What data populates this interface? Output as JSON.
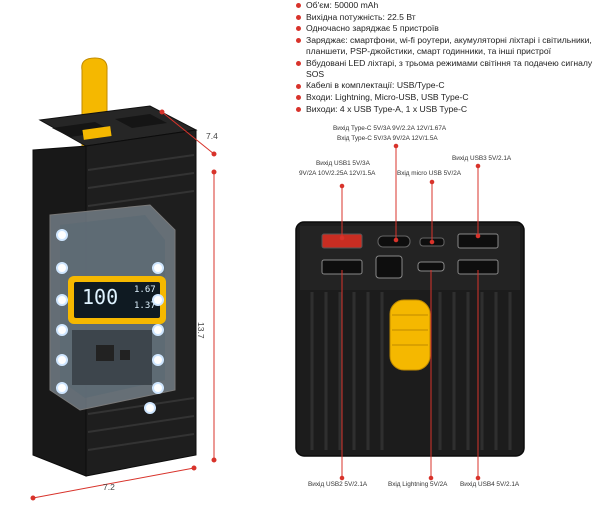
{
  "specs": [
    "Об'єм: 50000 mAh",
    "Вихідна потужність: 22.5 Вт",
    "Одночасно заряджає 5 пристроїв",
    "Заряджає: смартфони, wi-fi роутери, акумуляторні ліхтарі і світильники, планшети, PSP-джойстики, смарт годинники, та інші пристрої",
    "Вбудовані LED ліхтарі, з трьома режимами світіння та подачею сигналу SOS",
    "Кабелі в комплектації: USB/Type-C",
    "Входи: Lightning, Micro-USB, USB Type-C",
    "Виходи: 4 x USB Type-A, 1 x USB Type-C"
  ],
  "dimensions": {
    "depth": "7.4",
    "height": "13.7",
    "width": "7.2"
  },
  "display": {
    "main": "100",
    "line1": "1.67",
    "line2": "1.37",
    "unit": "%"
  },
  "ports": {
    "typec_out": "Вихід Type-C 5V/3A 9V/2.2A  12V/1.67A",
    "typec_in": "Вхід Type-C 5V/3A 9V/2A  12V/1.5A",
    "usb1_a": "Вихід USB1 5V/3A",
    "usb1_b": "9V/2A  10V/2.25A  12V/1.5A",
    "micro_in": "Вхід micro USB 5V/2A",
    "usb3": "Вихід USB3 5V/2.1A",
    "usb2": "Вихід USB2 5V/2.1A",
    "lightning": "Вхід Lightning 5V/2A",
    "usb4": "Вихід USB4 5V/2.1A"
  },
  "colors": {
    "accent": "#d8332b",
    "strap": "#f5b800",
    "body": "#1c1c1c"
  }
}
